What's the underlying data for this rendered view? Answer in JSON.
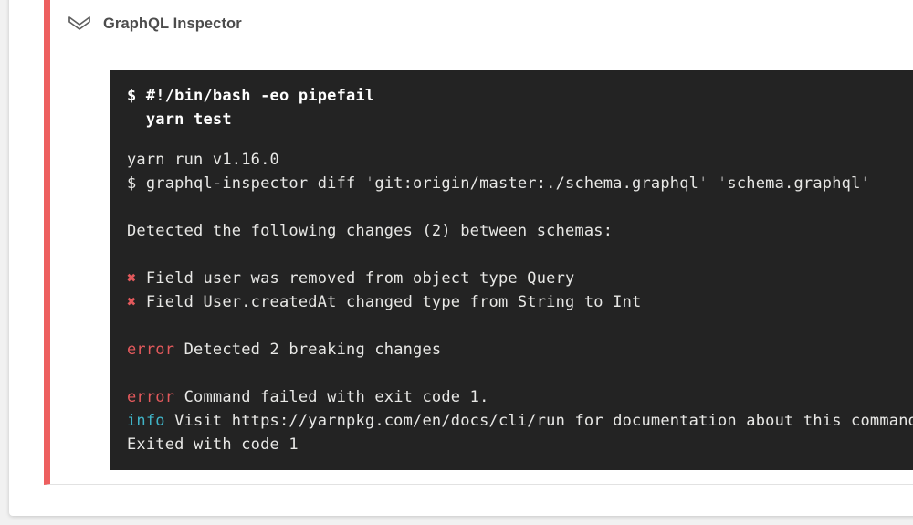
{
  "header": {
    "title": "GraphQL Inspector",
    "icon": "double-chevron-down-icon"
  },
  "colors": {
    "page_bg": "#f1f1f1",
    "card_bg": "#ffffff",
    "stripe": "#ed5f5f",
    "terminal_bg": "#232323",
    "term_text": "#e8e8e6",
    "term_bold": "#ffffff",
    "red": "#e2595c",
    "cyan": "#3fb3c6",
    "dim": "#969696",
    "title": "#4c4c4c",
    "icon_stroke": "#5f5f5f"
  },
  "terminal": {
    "command_lines": [
      "$ #!/bin/bash -eo pipefail",
      "  yarn test"
    ],
    "output_lines": [
      [
        {
          "t": "yarn run v1.16.0"
        }
      ],
      [
        {
          "t": "$ graphql-inspector diff "
        },
        {
          "t": "'",
          "c": "dim"
        },
        {
          "t": "git:origin/master:./schema.graphql"
        },
        {
          "t": "'",
          "c": "dim"
        },
        {
          "t": " "
        },
        {
          "t": "'",
          "c": "dim"
        },
        {
          "t": "schema.graphql"
        },
        {
          "t": "'",
          "c": "dim"
        }
      ],
      [],
      [
        {
          "t": "Detected the following changes (2) between schemas:"
        }
      ],
      [],
      [
        {
          "t": "✖",
          "c": "red"
        },
        {
          "t": " Field user was removed from object type Query"
        }
      ],
      [
        {
          "t": "✖",
          "c": "red"
        },
        {
          "t": " Field User.createdAt changed type from String to Int"
        }
      ],
      [],
      [
        {
          "t": "error",
          "c": "red"
        },
        {
          "t": " Detected 2 breaking changes"
        }
      ],
      [],
      [
        {
          "t": "error",
          "c": "red"
        },
        {
          "t": " Command failed with exit code 1."
        }
      ],
      [
        {
          "t": "info",
          "c": "cyan"
        },
        {
          "t": " Visit https://yarnpkg.com/en/docs/cli/run for documentation about this command."
        }
      ],
      [
        {
          "t": "Exited with code 1"
        }
      ]
    ]
  }
}
